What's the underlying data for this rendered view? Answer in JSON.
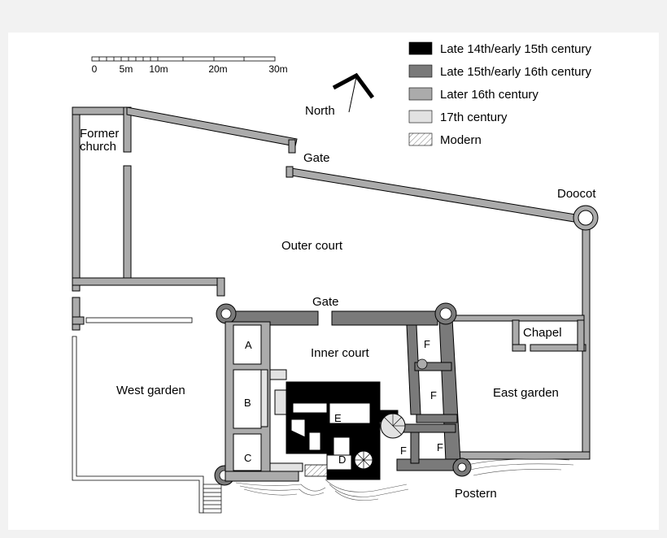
{
  "legend": {
    "items": [
      {
        "label": "Late 14th/early 15th century",
        "color": "#000000"
      },
      {
        "label": "Late 15th/early 16th century",
        "color": "#7a7a7a"
      },
      {
        "label": "Later 16th century",
        "color": "#ababab"
      },
      {
        "label": "17th century",
        "color": "#e2e2e2"
      },
      {
        "label": "Modern",
        "color": "hatched"
      }
    ]
  },
  "scale": {
    "ticks": [
      "0",
      "5m",
      "10m",
      "20m",
      "30m"
    ]
  },
  "north_label": "North",
  "areas": {
    "former_church": [
      "Former",
      "church"
    ],
    "outer_gate": "Gate",
    "doocot": "Doocot",
    "outer_court": "Outer court",
    "inner_gate": "Gate",
    "chapel": "Chapel",
    "inner_court": "Inner court",
    "west_garden": "West garden",
    "east_garden": "East garden",
    "postern": "Postern"
  },
  "rooms": {
    "a": "A",
    "b": "B",
    "c": "C",
    "d": "D",
    "e": "E",
    "f1": "F",
    "f2": "F",
    "f3": "F",
    "f4": "F"
  }
}
